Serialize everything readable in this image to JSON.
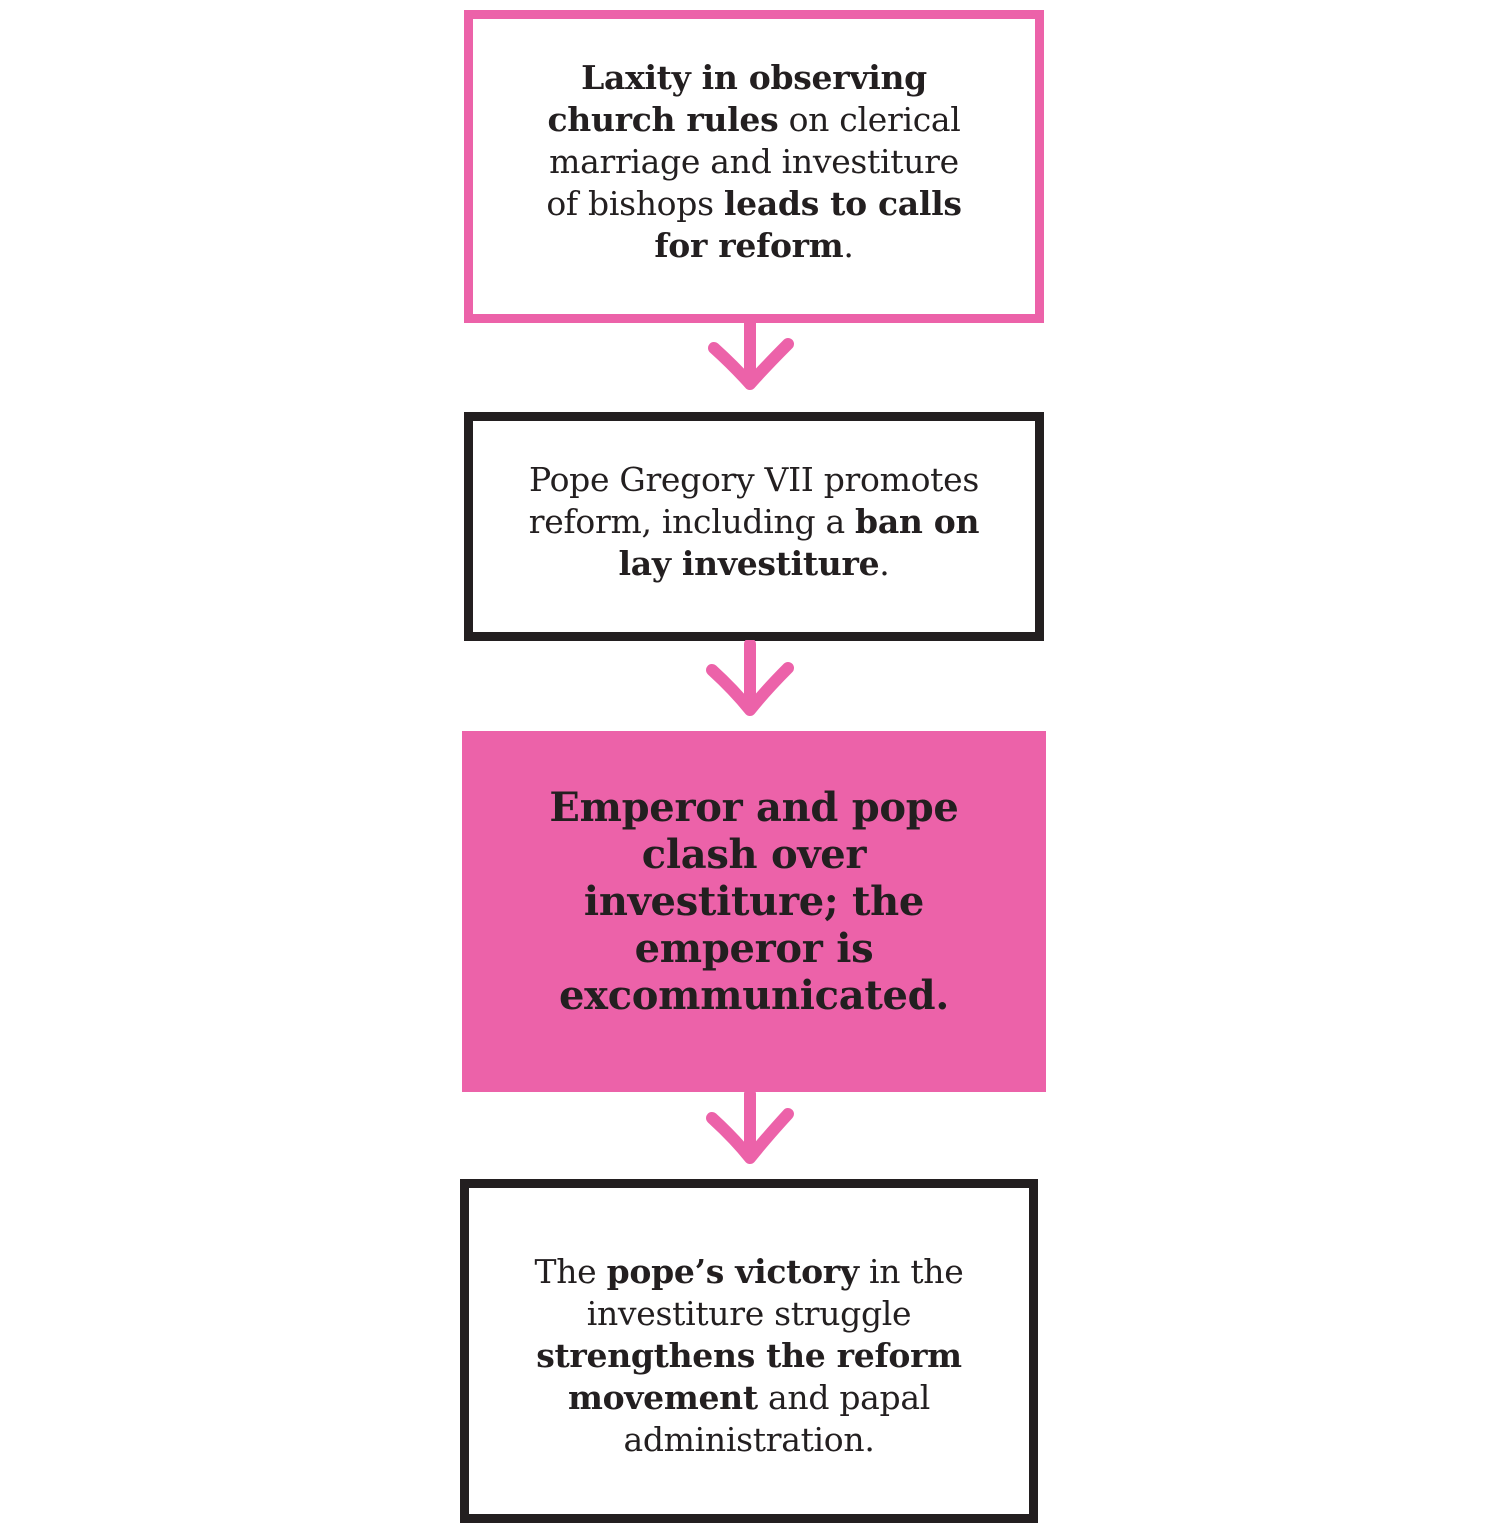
{
  "boxes": [
    {
      "id": "box1",
      "segments": [
        {
          "text": "Laxity in observing church rules",
          "bold": true
        },
        {
          "text": " on clerical marriage and investiture of bishops ",
          "bold": false
        },
        {
          "text": "leads to calls for reform",
          "bold": true
        },
        {
          "text": ".",
          "bold": false
        }
      ]
    },
    {
      "id": "box2",
      "segments": [
        {
          "text": "Pope Gregory VII promotes reform, including a ",
          "bold": false
        },
        {
          "text": "ban on lay investiture",
          "bold": true
        },
        {
          "text": ".",
          "bold": false
        }
      ]
    },
    {
      "id": "box3",
      "segments": [
        {
          "text": "Emperor and pope clash over investiture; the emperor is excommunicated.",
          "bold": true
        }
      ]
    },
    {
      "id": "box4",
      "segments": [
        {
          "text": "The ",
          "bold": false
        },
        {
          "text": "pope’s victory",
          "bold": true
        },
        {
          "text": " in the investiture struggle ",
          "bold": false
        },
        {
          "text": "strengthens the reform movement",
          "bold": true
        },
        {
          "text": " and papal administration.",
          "bold": false
        }
      ]
    }
  ],
  "colors": {
    "accent": "#ec62a9",
    "ink": "#231f20"
  },
  "arrow_icon": "down-arrow-icon"
}
